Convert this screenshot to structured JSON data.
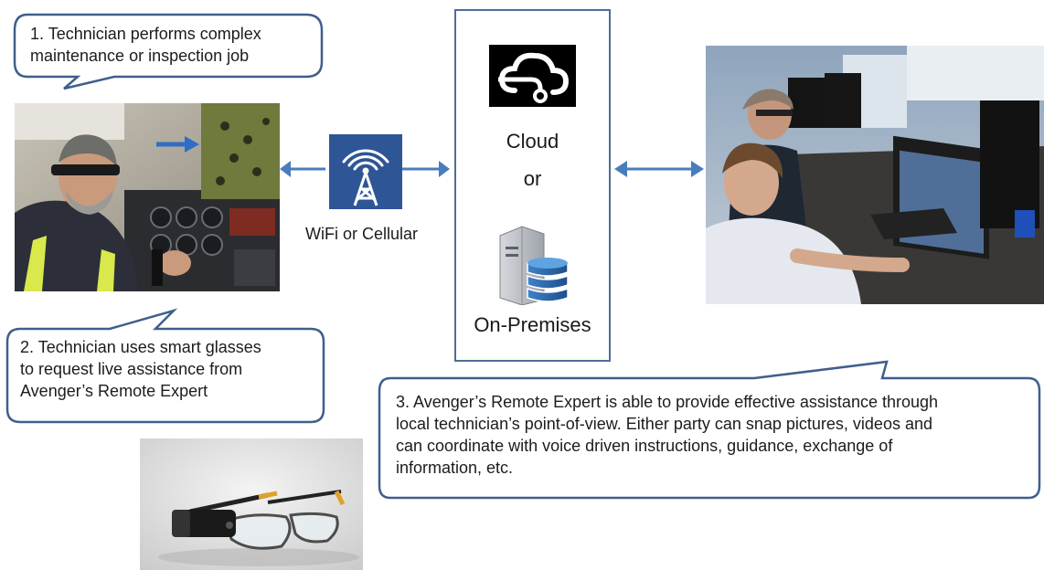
{
  "callouts": {
    "step1": [
      "1. Technician performs complex",
      "maintenance or inspection job"
    ],
    "step2": [
      "2. Technician uses smart glasses",
      "to request live assistance from",
      "Avenger’s Remote Expert"
    ],
    "step3": [
      "3. Avenger’s Remote Expert is able to provide effective assistance through",
      "local technician’s point-of-view. Either party can snap pictures, videos and",
      "can coordinate with voice driven instructions, guidance, exchange of",
      "information, etc."
    ]
  },
  "network": {
    "label": "WiFi or Cellular",
    "icon": "cell-tower-icon"
  },
  "center": {
    "cloud": "Cloud",
    "or": "or",
    "onprem": "On-Premises"
  },
  "icons": [
    "cloud-icon",
    "server-database-icon",
    "cell-tower-icon"
  ],
  "colors": {
    "accent": "#2f4f86",
    "arrow": "#4a7dbd",
    "box_border": "#4f6d96",
    "tower_bg": "#2e5596"
  }
}
